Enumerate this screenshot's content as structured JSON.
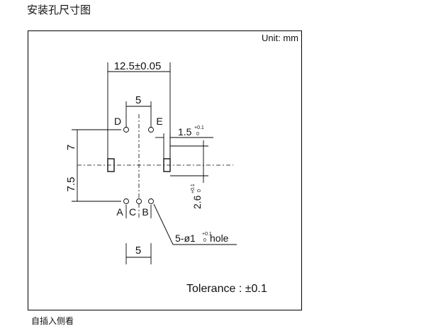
{
  "heading": "安装孔尺寸图",
  "caption": "自插入侧看",
  "diagram": {
    "unit": "Unit: mm",
    "dimensions": {
      "pitch_width": "12.5±0.05",
      "top_spacing": "5",
      "bottom_spacing": "5",
      "upper_height": "7",
      "lower_height": "7.5",
      "slot_width_main": "1.5",
      "slot_width_tol_upper": "+0.1",
      "slot_width_tol_lower": "0",
      "slot_length_main": "2.6",
      "slot_length_tol_upper": "+0.1",
      "slot_length_tol_lower": "0"
    },
    "hole_labels": {
      "d": "D",
      "e": "E",
      "a": "A",
      "c": "C",
      "b": "B"
    },
    "hole_note": {
      "prefix": "5-ø1",
      "tol_upper": "+0.1",
      "tol_lower": "0",
      "suffix": " hole"
    },
    "tolerance": "Tolerance : ±0.1"
  }
}
